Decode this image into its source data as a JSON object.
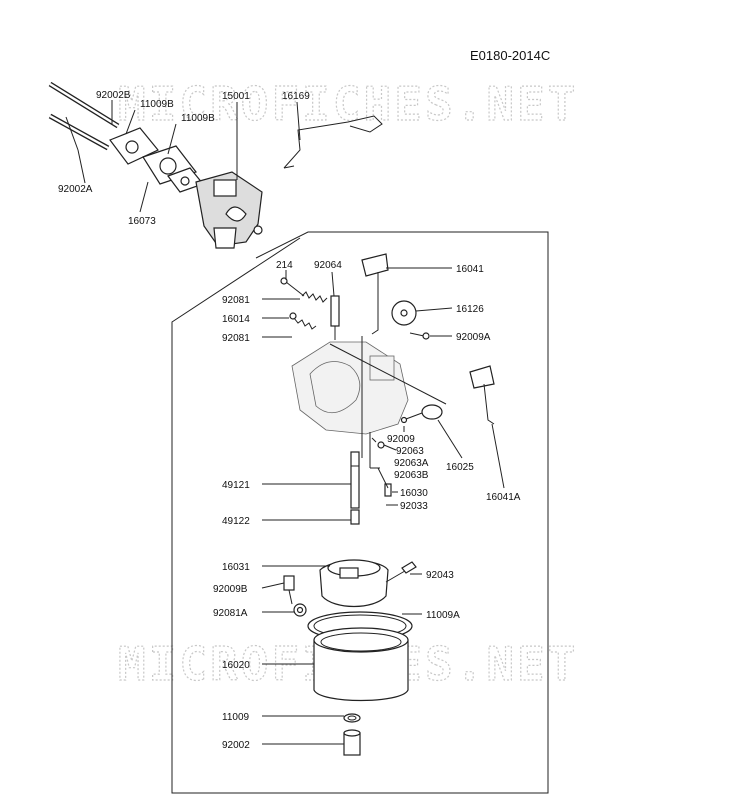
{
  "diagram_code": "E0180-2014C",
  "watermarks": [
    "MICROFICHES.NET",
    "MICROFICHES.NET"
  ],
  "labels": {
    "p92002B": "92002B",
    "p11009B_1": "11009B",
    "p11009B_2": "11009B",
    "p15001": "15001",
    "p16169": "16169",
    "p92002A": "92002A",
    "p16073": "16073",
    "p214": "214",
    "p92064": "92064",
    "p16041": "16041",
    "p92081_1": "92081",
    "p16014": "16014",
    "p92081_2": "92081",
    "p16126": "16126",
    "p92009A": "92009A",
    "p92009": "92009",
    "p92063": "92063",
    "p92063A": "92063A",
    "p92063B": "92063B",
    "p16025": "16025",
    "p16030": "16030",
    "p92033": "92033",
    "p16041A": "16041A",
    "p49121": "49121",
    "p49122": "49122",
    "p16031": "16031",
    "p92043": "92043",
    "p92009B": "92009B",
    "p92081A": "92081A",
    "p11009A": "11009A",
    "p16020": "16020",
    "p11009": "11009",
    "p92002": "92002"
  }
}
